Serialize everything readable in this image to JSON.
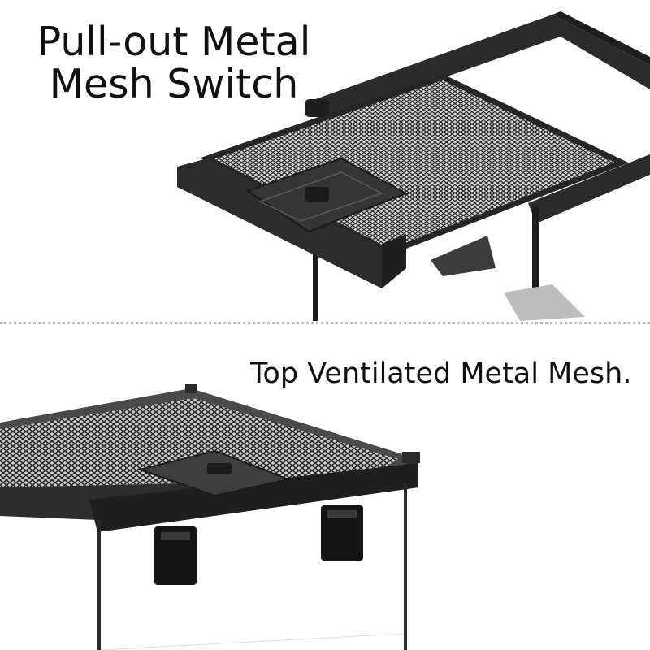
{
  "captions": {
    "top_line1": "Pull-out Metal",
    "top_line2": "Mesh Switch",
    "bottom": "Top Ventilated Metal Mesh."
  },
  "colors": {
    "background": "#ffffff",
    "frame": "#2a2a2a",
    "mesh": "#3a3a3a",
    "text": "#111111",
    "divider": "#b8b8b8"
  }
}
